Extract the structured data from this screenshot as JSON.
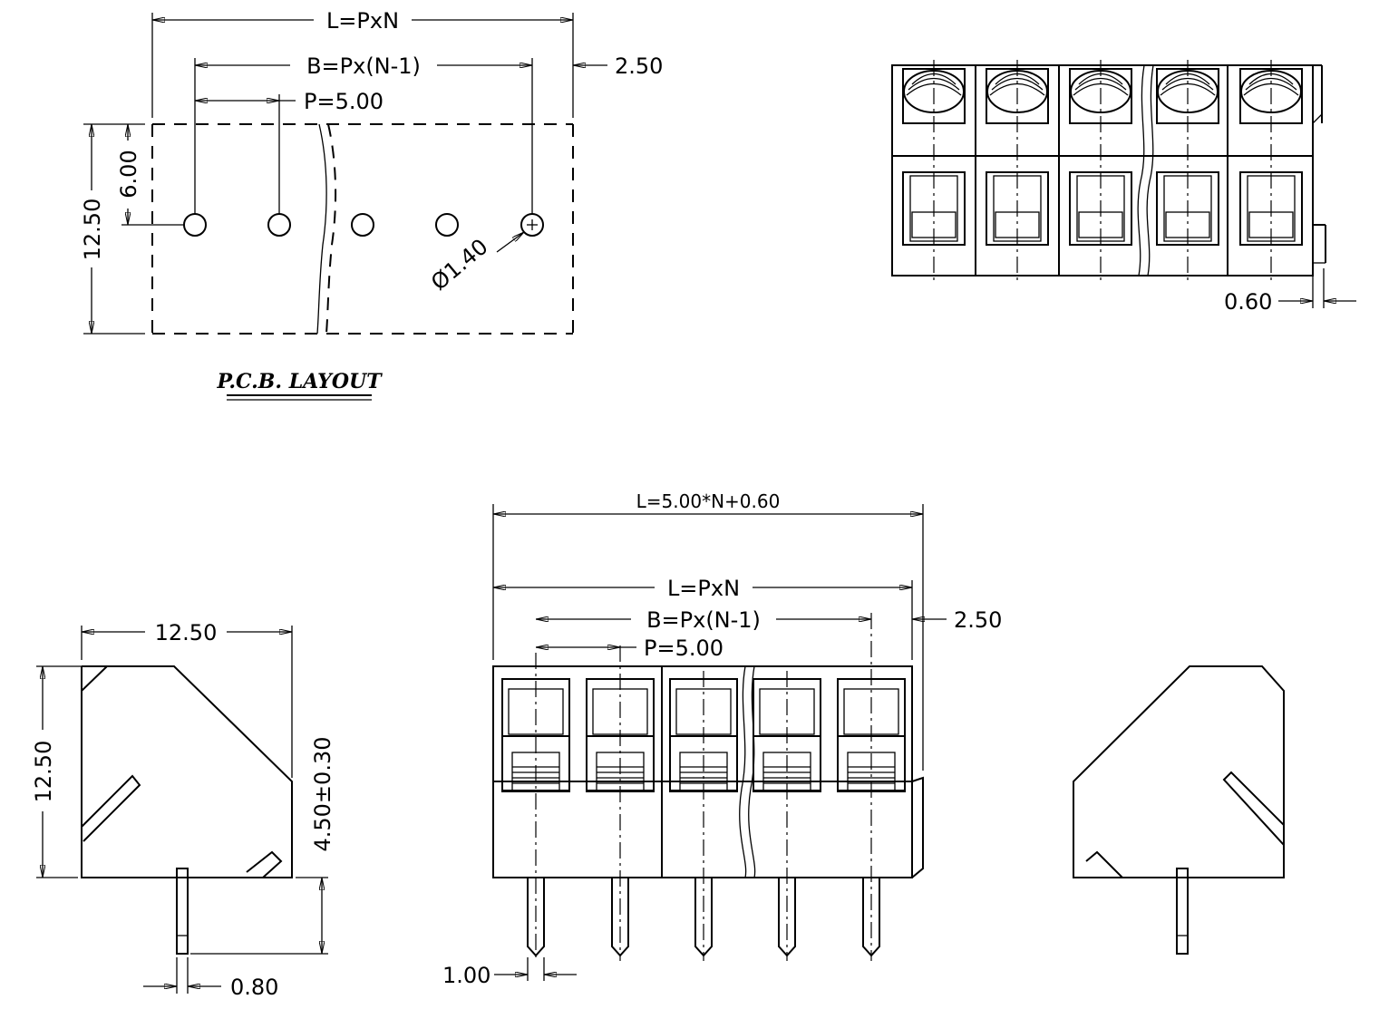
{
  "pcb_layout": {
    "title": "P.C.B. LAYOUT",
    "dim_total_length": "L=PxN",
    "dim_span": "B=Px(N-1)",
    "dim_pitch": "P=5.00",
    "dim_edge": "2.50",
    "dim_height": "12.50",
    "dim_row_offset": "6.00",
    "dim_hole": "Ø1.40"
  },
  "top_view": {
    "dim_tab": "0.60"
  },
  "side_view": {
    "dim_width": "12.50",
    "dim_height": "12.50",
    "dim_pin_length": "4.50±0.30",
    "dim_pin_width": "0.80"
  },
  "front_view": {
    "dim_overall": "L=5.00*N+0.60",
    "dim_total_length": "L=PxN",
    "dim_span": "B=Px(N-1)",
    "dim_pitch": "P=5.00",
    "dim_edge": "2.50",
    "dim_pin": "1.00"
  }
}
